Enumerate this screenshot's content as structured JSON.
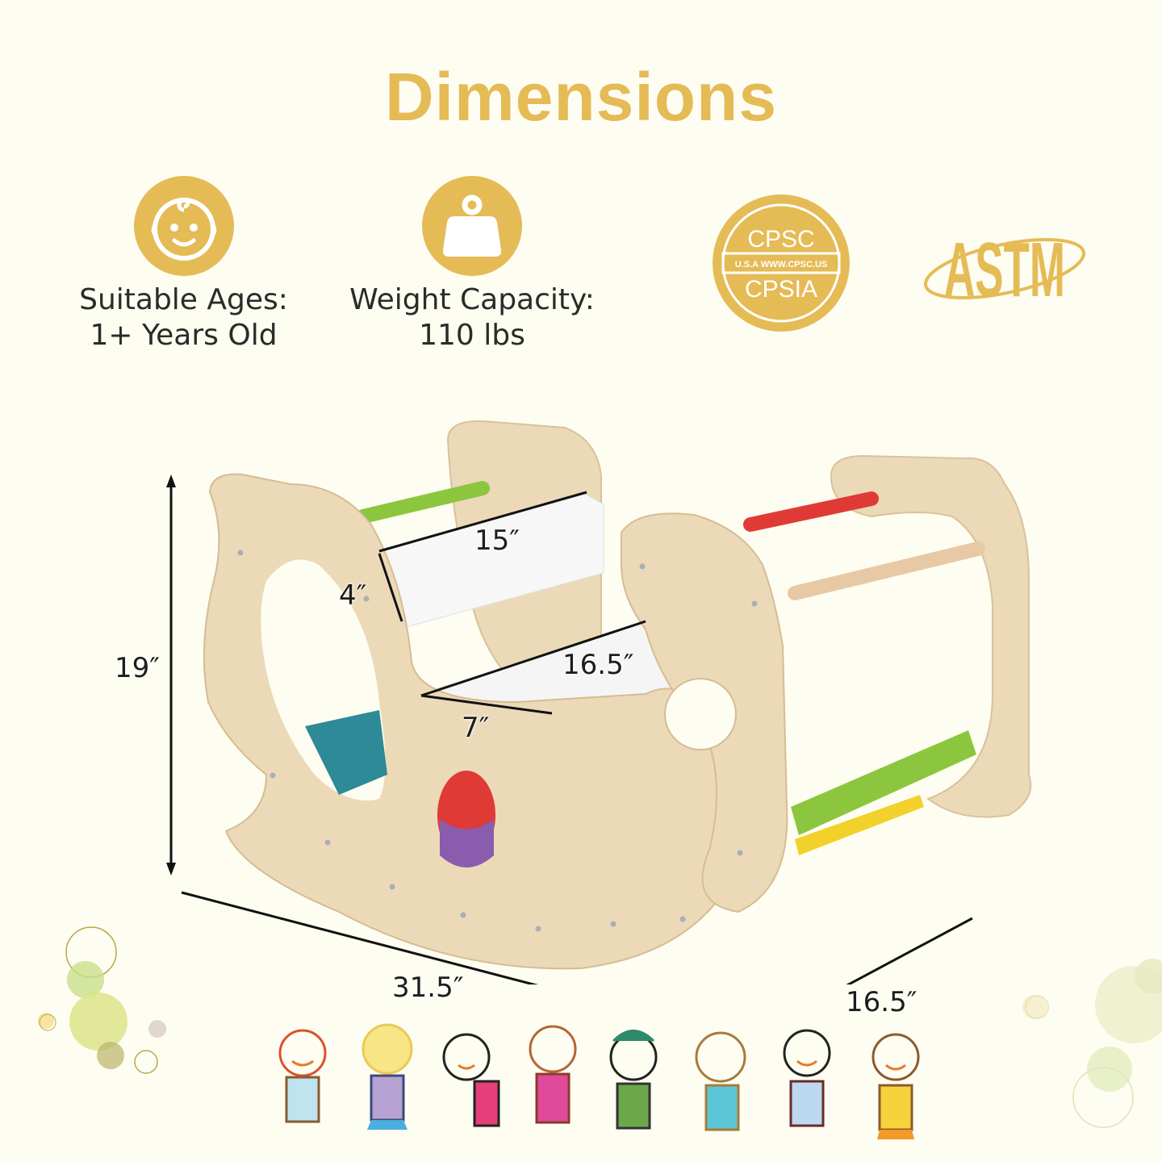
{
  "header": {
    "title": "Dimensions"
  },
  "features": [
    {
      "icon": "baby-face-icon",
      "line1": "Suitable Ages:",
      "line2": "1+ Years Old"
    },
    {
      "icon": "weight-icon",
      "line1": "Weight Capacity:",
      "line2": "110 lbs"
    }
  ],
  "certifications": [
    {
      "name": "cpsc-badge",
      "top": "CPSC",
      "middle": "U.S.A  WWW.CPSC.US",
      "bottom": "CPSIA"
    },
    {
      "name": "astm-badge",
      "text": "ASTM"
    }
  ],
  "dimensions": {
    "height": "19″",
    "backrest_width": "15″",
    "backrest_height": "4″",
    "seat_width": "16.5″",
    "seat_depth": "7″",
    "length": "31.5″",
    "width": "16.5″"
  },
  "colors": {
    "accent": "#e5bb56",
    "background": "#fefdf1",
    "wood": "#ecd9b8",
    "slat_teal": "#2d8a96",
    "slat_red": "#e03a37",
    "slat_purple": "#8a5cae",
    "slat_green": "#5fa87f",
    "slat_lime": "#8cc63f",
    "slat_yellow": "#f2d22a"
  }
}
